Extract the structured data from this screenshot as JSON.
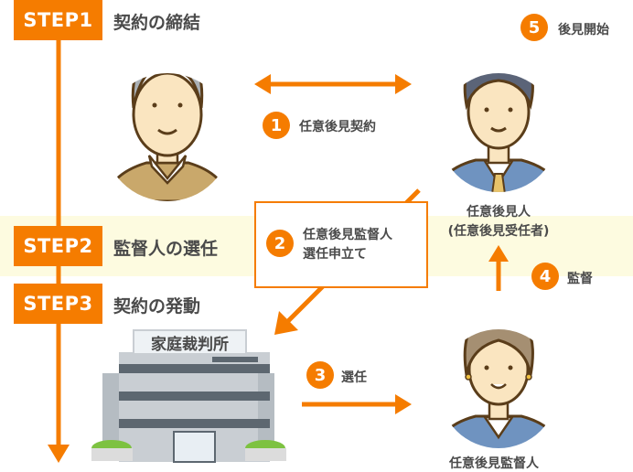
{
  "steps": [
    {
      "badge": "STEP1",
      "label": "契約の締結"
    },
    {
      "badge": "STEP2",
      "label": "監督人の選任"
    },
    {
      "badge": "STEP3",
      "label": "契約の発動"
    }
  ],
  "actions": [
    {
      "number": "1",
      "label": "任意後見契約"
    },
    {
      "number": "2",
      "label_line1": "任意後見監督人",
      "label_line2": "選任申立て"
    },
    {
      "number": "3",
      "label": "選任"
    },
    {
      "number": "4",
      "label": "監督"
    },
    {
      "number": "5",
      "label": "後見開始"
    }
  ],
  "people": {
    "guardian_line1": "任意後見人",
    "guardian_line2": "(任意後見受任者)",
    "supervisor": "任意後見監督人"
  },
  "court": {
    "sign": "家庭裁判所"
  },
  "colors": {
    "accent": "#f57c00",
    "band": "#fdfbe0",
    "text": "#4a4a4a"
  }
}
